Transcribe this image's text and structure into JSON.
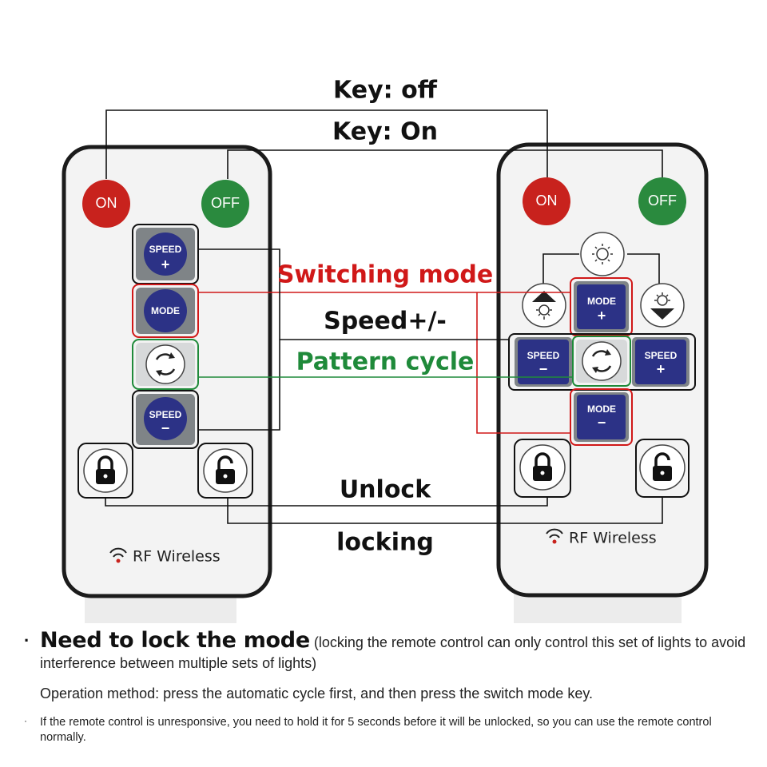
{
  "labels": {
    "key_off": "Key: off",
    "key_on": "Key: On",
    "switching_mode": "Switching mode",
    "speed": "Speed+/-",
    "pattern_cycle": "Pattern cycle",
    "unlock": "Unlock",
    "locking": "locking"
  },
  "remote_left": {
    "on_label": "ON",
    "off_label": "OFF",
    "speed_plus_label": "SPEED",
    "speed_plus_sign": "+",
    "mode_label": "MODE",
    "speed_minus_label": "SPEED",
    "speed_minus_sign": "−",
    "rf_label": "RF Wireless"
  },
  "remote_right": {
    "on_label": "ON",
    "off_label": "OFF",
    "mode_plus_label": "MODE",
    "mode_plus_sign": "+",
    "mode_minus_label": "MODE",
    "mode_minus_sign": "−",
    "speed_minus_label": "SPEED",
    "speed_minus_sign": "−",
    "speed_plus_label": "SPEED",
    "speed_plus_sign": "+",
    "rf_label": "RF Wireless"
  },
  "notes": {
    "bullet": "·",
    "title": "Need to lock the mode",
    "title_rest": " (locking the remote control can only control this set of lights to avoid interference between multiple sets of lights)",
    "operation": "Operation method: press the automatic cycle first, and then press the switch mode key.",
    "unresponsive": "If the remote control is unresponsive, you need to hold it for 5 seconds before it will be unlocked, so you can use the remote control normally."
  },
  "colors": {
    "red": "#d01818",
    "green": "#1f8a3a",
    "key_blue": "#2c3286",
    "on_red": "#c8221d",
    "off_green": "#2a8a3e"
  }
}
